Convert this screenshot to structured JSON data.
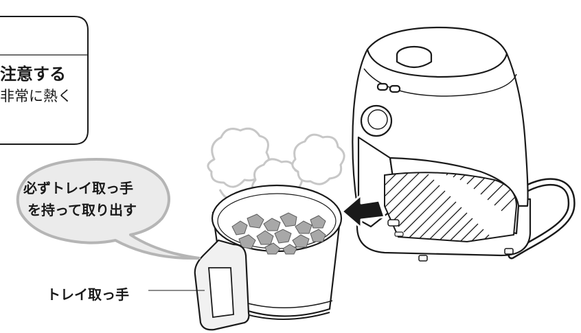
{
  "warning_box": {
    "title": "注意する",
    "body": "非常に熱く"
  },
  "speech_bubble": {
    "line1": "必ずトレイ取っ手",
    "line2": "を持って取り出す"
  },
  "callout": {
    "handle_label": "トレイ取っ手"
  },
  "colors": {
    "line": "#1a1a1a",
    "bubble_fill": "#ebebeb",
    "bubble_stroke": "#b5b5b5",
    "handle_fill": "#f1f1f1",
    "food_fill": "#a8a8a8",
    "arrow": "#1a1a1a"
  }
}
